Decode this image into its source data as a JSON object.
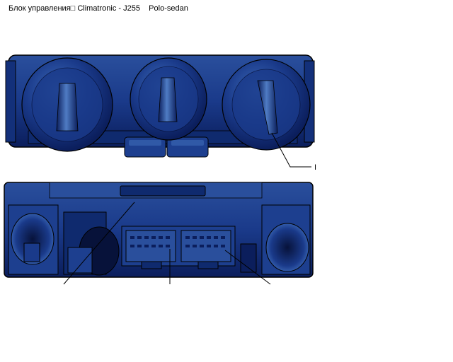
{
  "page": {
    "title": "Блок управления□ Climatronic - J255    Polo-sedan"
  },
  "callouts": [
    {
      "id": "1",
      "label": "I"
    }
  ],
  "colors": {
    "body_dark": "#0b1e5c",
    "body_mid": "#1a3a8a",
    "body_light": "#3d6ab8",
    "highlight": "#6f9bd6",
    "outline": "#000000",
    "leader": "#000000"
  }
}
